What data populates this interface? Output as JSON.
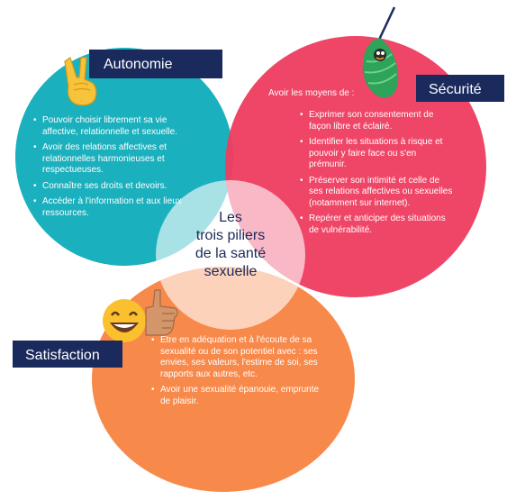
{
  "autonomie": {
    "title": "Autonomie",
    "icon": "victory-hand-icon",
    "items": [
      "Pouvoir choisir librement sa vie affective, relationnelle et sexuelle.",
      "Avoir des relations affectives et relationnelles harmonieuses et respectueuses.",
      "Connaître ses droits et devoirs.",
      "Accéder à l'information et aux lieux ressources."
    ]
  },
  "securite": {
    "title": "Sécurité",
    "icon": "chrysalis-icon",
    "intro": "Avoir les moyens de :",
    "items": [
      "Exprimer son consentement de façon libre et éclairé.",
      "Identifier les situations à risque et pouvoir y faire face ou s'en prémunir.",
      "Préserver son intimité et celle de ses relations affectives ou sexuelles (notamment sur internet).",
      "Repérer et anticiper des situations de vulnérabilité."
    ]
  },
  "satisfaction": {
    "title": "Satisfaction",
    "icon": "smiley-thumbs-up-icon",
    "items": [
      "Etre en adéquation et à l'écoute de sa sexualité ou de son potentiel avec : ses envies, ses valeurs, l'estime de soi, ses rapports aux autres, etc.",
      "Avoir une sexualité épanouie, emprunte de plaisir."
    ]
  },
  "center": {
    "lines": [
      "Les",
      "trois piliers",
      "de la santé",
      "sexuelle"
    ]
  },
  "colors": {
    "autonomie": "#1bb0bd",
    "securite": "#ee3d60",
    "satisfaction": "#f7894a",
    "label_bg": "#1a2a5c"
  }
}
